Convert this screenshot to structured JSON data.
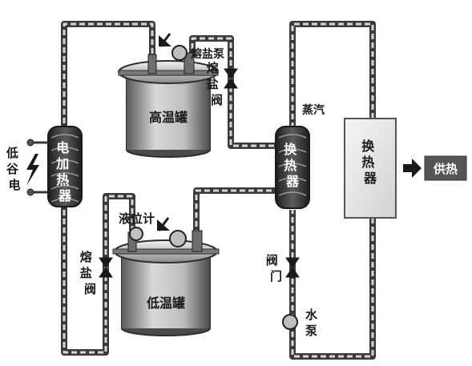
{
  "labels": {
    "electric_heater": "电加热器",
    "valley_power": "低谷电",
    "high_temp_tank": "高温罐",
    "low_temp_tank": "低温罐",
    "salt_pump": "熔盐泵",
    "salt_valve_top": "熔盐阀",
    "salt_valve_left": "熔盐阀",
    "heat_exchanger_small": "换热器",
    "heat_exchanger_large": "换热器",
    "steam": "蒸汽",
    "liquid_level_meter": "液位计",
    "valve": "阀门",
    "water_pump": "水泵",
    "heat_supply": "供热"
  },
  "colors": {
    "pipe_outer": "#3a3a3a",
    "pipe_inner": "#d6d6d6",
    "tank_dark": "#4a4a4a",
    "tank_light": "#cfcfcf",
    "exchanger_box": "#ececec",
    "heat_supply_box": "#555555"
  },
  "icons": {
    "power": "lightning-bolt-icon",
    "output": "right-arrow-icon"
  }
}
